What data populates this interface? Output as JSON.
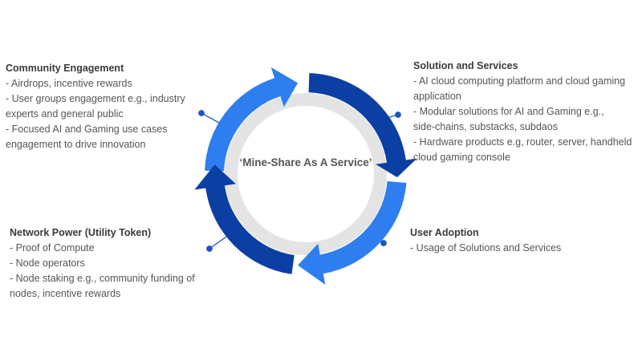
{
  "center_label": "‘Mine-Share As A Service’",
  "blocks": {
    "community_engagement": {
      "title": "Community Engagement",
      "lines": [
        "- Airdrops, incentive rewards",
        "- User groups engagement e.g., industry",
        "experts and general public",
        "- Focused AI and Gaming use cases",
        "engagement to drive innovation"
      ]
    },
    "solution_services": {
      "title": "Solution and Services",
      "lines": [
        "- AI cloud computing platform and cloud gaming",
        "application",
        "- Modular solutions for AI and Gaming e.g.,",
        "side-chains, substacks, subdaos",
        "- Hardware products e.g, router, server, handheld",
        "cloud gaming console"
      ]
    },
    "network_power": {
      "title": "Network Power (Utility Token)",
      "lines": [
        "- Proof of Compute",
        "- Node operators",
        "- Node staking e.g., community funding of",
        "nodes, incentive rewards"
      ]
    },
    "user_adoption": {
      "title": "User Adoption",
      "lines": [
        "- Usage of Solutions and Services"
      ]
    }
  },
  "colors": {
    "light_blue": "#2f7ef0",
    "dark_blue": "#0c3fa3",
    "inner_gray": "#e4e4e4",
    "connector": "#1b55c2"
  }
}
